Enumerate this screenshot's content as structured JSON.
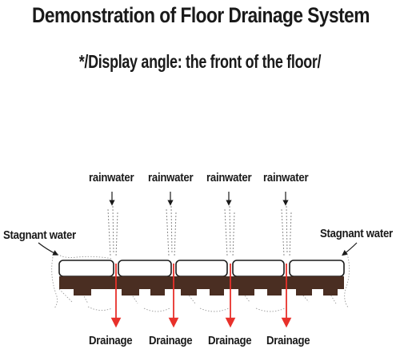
{
  "title": "Demonstration of Floor Drainage System",
  "subtitle": "*/Display angle: the front of the floor/",
  "labels": {
    "rain_1": "rainwater",
    "rain_2": "rainwater",
    "rain_3": "rainwater",
    "rain_4": "rainwater",
    "stagnant_left": "Stagnant water",
    "stagnant_right": "Stagnant water",
    "drain_1": "Drainage",
    "drain_2": "Drainage",
    "drain_3": "Drainage",
    "drain_4": "Drainage"
  },
  "colors": {
    "tile_top": "#ffffff",
    "tile_base": "#4a2e22",
    "arrow": "#e8302a",
    "water": "#888888",
    "text": "#1a1a1a"
  }
}
